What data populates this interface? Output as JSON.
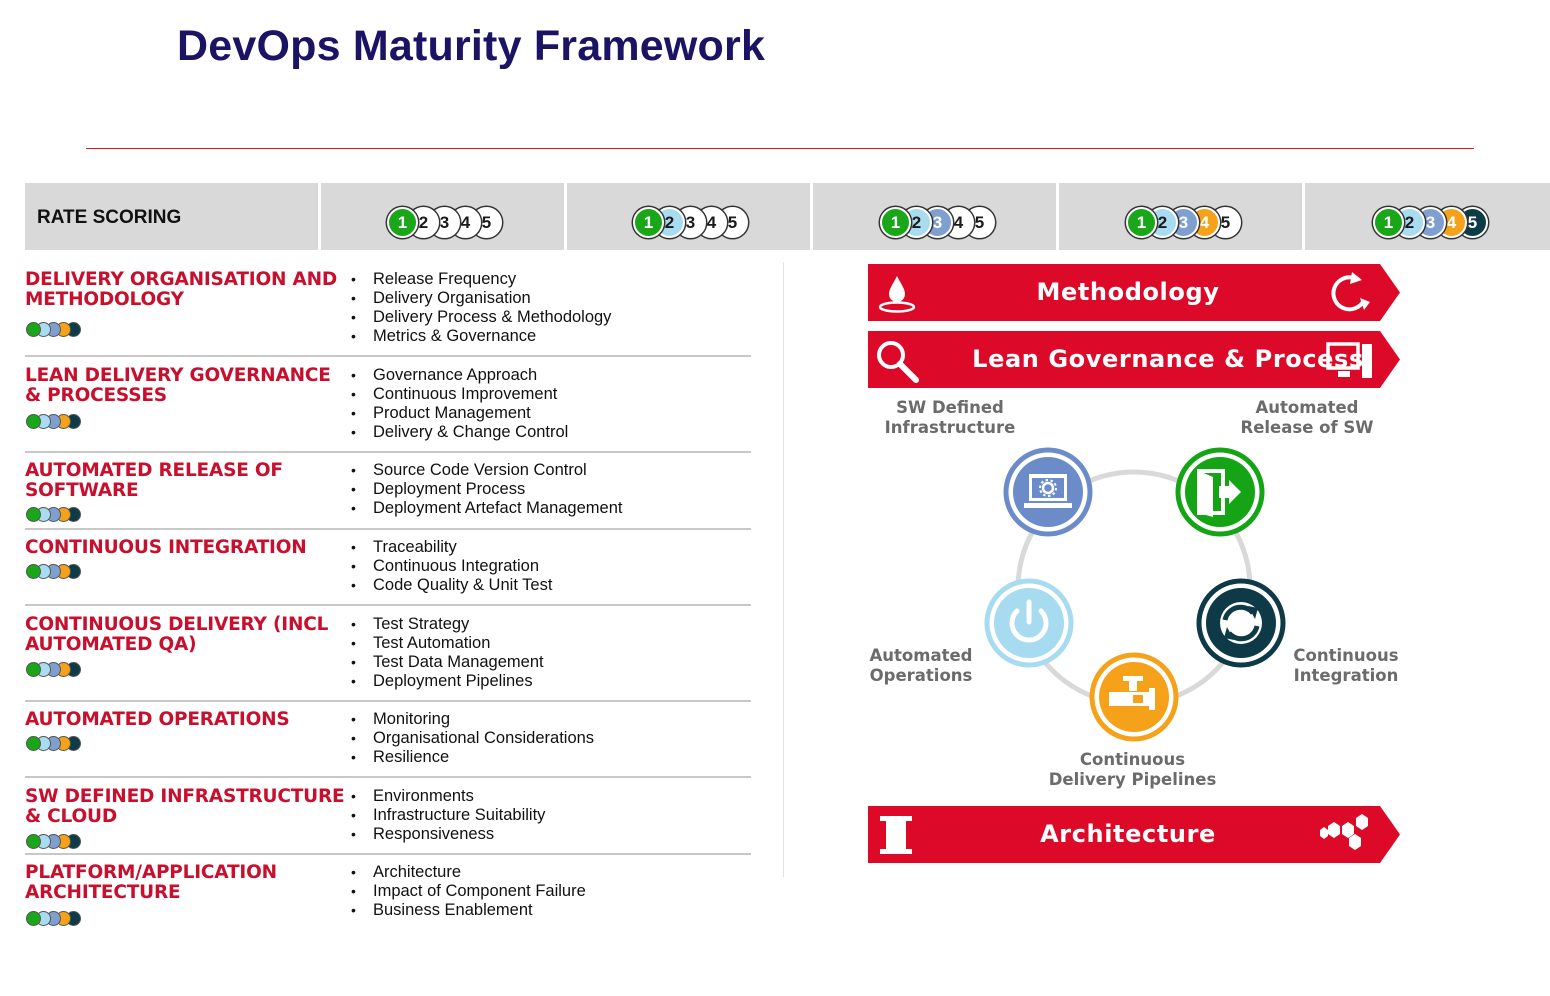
{
  "title": "DevOps Maturity Framework",
  "rate_scoring": {
    "label": "RATE SCORING",
    "levels": [
      "1",
      "2",
      "3",
      "4",
      "5"
    ],
    "colors": {
      "1": "#19a619",
      "2": "#a9dcf0",
      "3": "#7e9fd0",
      "4": "#f5a21a",
      "5": "#0d3c48",
      "inactive": "#ffffff"
    },
    "columns": [
      {
        "highlighted_levels": 1
      },
      {
        "highlighted_levels": 2
      },
      {
        "highlighted_levels": 3
      },
      {
        "highlighted_levels": 4
      },
      {
        "highlighted_levels": 5
      }
    ]
  },
  "categories": [
    {
      "title": "DELIVERY ORGANISATION AND METHODOLOGY",
      "items": [
        "Release Frequency",
        "Delivery Organisation",
        "Delivery Process & Methodology",
        "Metrics & Governance"
      ]
    },
    {
      "title": "LEAN DELIVERY GOVERNANCE & PROCESSES",
      "items": [
        "Governance Approach",
        "Continuous Improvement",
        "Product Management",
        "Delivery & Change Control"
      ]
    },
    {
      "title": "AUTOMATED RELEASE OF SOFTWARE",
      "items": [
        "Source Code Version Control",
        "Deployment Process",
        "Deployment Artefact Management"
      ]
    },
    {
      "title": "CONTINUOUS INTEGRATION",
      "items": [
        "Traceability",
        "Continuous Integration",
        "Code Quality & Unit Test"
      ]
    },
    {
      "title": "CONTINUOUS DELIVERY (INCL AUTOMATED QA)",
      "items": [
        "Test Strategy",
        "Test Automation",
        "Test Data Management",
        "Deployment Pipelines"
      ]
    },
    {
      "title": "AUTOMATED OPERATIONS",
      "items": [
        "Monitoring",
        "Organisational Considerations",
        "Resilience"
      ]
    },
    {
      "title": "SW DEFINED INFRASTRUCTURE & CLOUD",
      "items": [
        "Environments",
        "Infrastructure Suitability",
        "Responsiveness"
      ]
    },
    {
      "title": "PLATFORM/APPLICATION ARCHITECTURE",
      "items": [
        "Architecture",
        "Impact of Component Failure",
        "Business Enablement"
      ]
    }
  ],
  "diagram": {
    "banners": {
      "methodology": "Methodology",
      "governance": "Lean Governance & Process",
      "architecture": "Architecture"
    },
    "banner_color": "#dc0a28",
    "cycle": {
      "sw_defined_infra": "SW Defined Infrastructure",
      "automated_release": "Automated Release of SW",
      "automated_operations": "Automated Operations",
      "continuous_integration": "Continuous Integration",
      "continuous_delivery": "Continuous Delivery Pipelines"
    },
    "node_icons": {
      "sw_defined_infra": "laptop-gear-icon",
      "automated_release": "door-exit-icon",
      "automated_operations": "power-icon",
      "continuous_integration": "refresh-arrows-icon",
      "continuous_delivery": "pipeline-valve-icon"
    }
  }
}
